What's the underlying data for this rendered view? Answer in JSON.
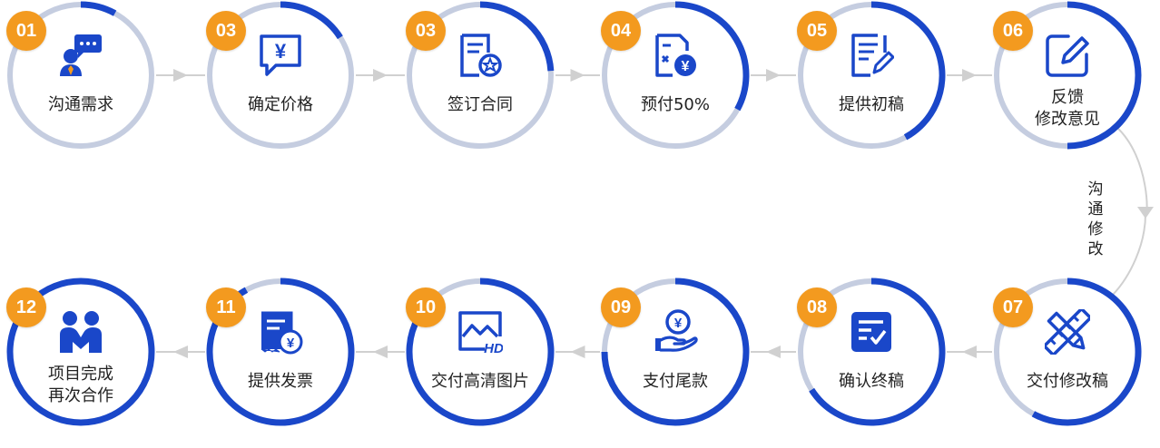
{
  "colors": {
    "accent": "#1a47c9",
    "badge": "#f39a1f",
    "ring_track": "#c5cde0",
    "connector": "#d0d0d0",
    "label": "#222222"
  },
  "steps": [
    {
      "num": "01",
      "lines": [
        "沟通需求"
      ],
      "icon": "consultant-chat-icon",
      "progress": 0.08
    },
    {
      "num": "03",
      "lines": [
        "确定价格"
      ],
      "icon": "price-tag-chat-icon",
      "progress": 0.16
    },
    {
      "num": "03",
      "lines": [
        "签订合同"
      ],
      "icon": "contract-seal-icon",
      "progress": 0.24
    },
    {
      "num": "04",
      "lines": [
        "预付50%"
      ],
      "icon": "invoice-yen-icon",
      "progress": 0.33
    },
    {
      "num": "05",
      "lines": [
        "提供初稿"
      ],
      "icon": "draft-edit-icon",
      "progress": 0.42
    },
    {
      "num": "06",
      "lines": [
        "反馈",
        "修改意见"
      ],
      "icon": "feedback-pen-icon",
      "progress": 0.5
    },
    {
      "num": "07",
      "lines": [
        "交付修改稿"
      ],
      "icon": "ruler-pencil-icon",
      "progress": 0.58
    },
    {
      "num": "08",
      "lines": [
        "确认终稿"
      ],
      "icon": "final-check-icon",
      "progress": 0.66
    },
    {
      "num": "09",
      "lines": [
        "支付尾款"
      ],
      "icon": "hand-coin-icon",
      "progress": 0.75
    },
    {
      "num": "10",
      "lines": [
        "交付高清图片"
      ],
      "icon": "hd-image-icon",
      "progress": 0.83
    },
    {
      "num": "11",
      "lines": [
        "提供发票"
      ],
      "icon": "invoice-receipt-icon",
      "progress": 0.92
    },
    {
      "num": "12",
      "lines": [
        "项目完成",
        "再次合作"
      ],
      "icon": "partners-icon",
      "progress": 1.0
    }
  ],
  "loop_label": [
    "沟",
    "通",
    "修",
    "改"
  ],
  "hd_text": "HD",
  "yen_symbol": "¥"
}
